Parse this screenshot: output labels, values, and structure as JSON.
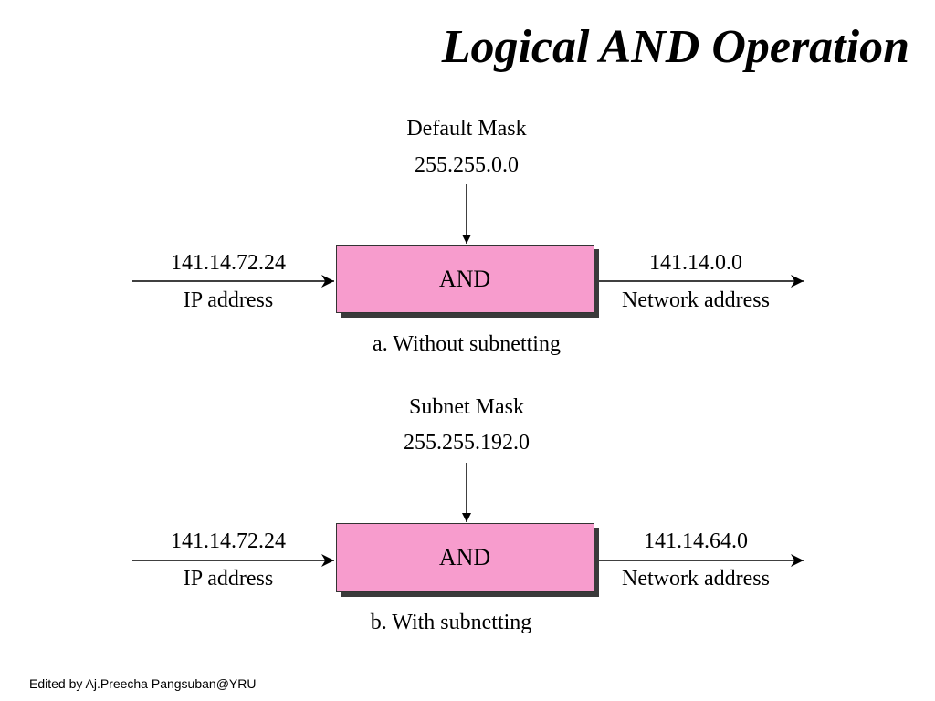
{
  "title": "Logical AND Operation",
  "footer": "Edited by Aj.Preecha  Pangsuban@YRU",
  "panels": [
    {
      "mask_name": "Default Mask",
      "mask_value": "255.255.0.0",
      "input_value": "141.14.72.24",
      "input_label": "IP address",
      "operator": "AND",
      "output_value": "141.14.0.0",
      "output_label": "Network address",
      "caption": "a. Without subnetting"
    },
    {
      "mask_name": "Subnet Mask",
      "mask_value": "255.255.192.0",
      "input_value": "141.14.72.24",
      "input_label": "IP address",
      "operator": "AND",
      "output_value": "141.14.64.0",
      "output_label": "Network address",
      "caption": "b. With subnetting"
    }
  ]
}
